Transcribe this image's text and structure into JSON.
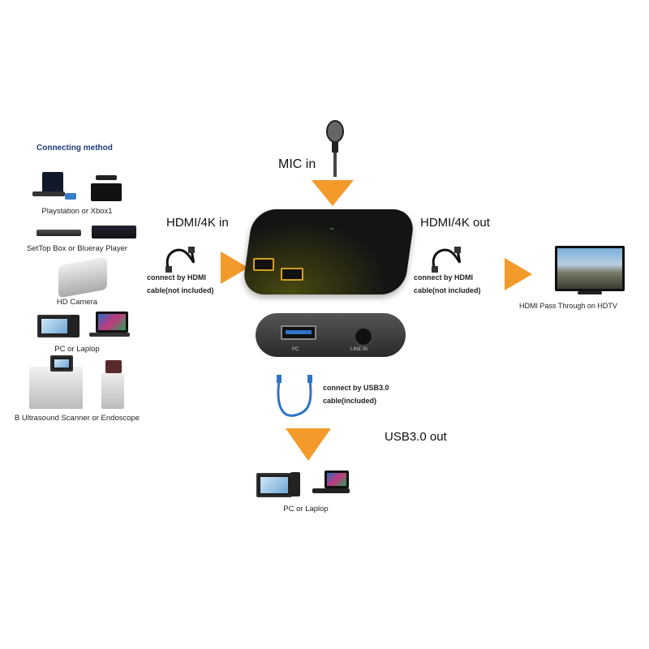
{
  "left_panel": {
    "title": "Connecting method",
    "devices": [
      {
        "label": "Playstation or Xbox1"
      },
      {
        "label": "SetTop Box or Blueray Player"
      },
      {
        "label": "HD Camera"
      },
      {
        "label": "PC or Laplop"
      },
      {
        "label": "B Ultrasound Scanner or Endoscope"
      }
    ]
  },
  "mic": {
    "label": "MIC in"
  },
  "hdmi_in": {
    "label": "HDMI/4K in",
    "note_line1": "connect by HDMI",
    "note_line2": "cable(not included)"
  },
  "hdmi_out": {
    "label": "HDMI/4K out",
    "note_line1": "connect by HDMI",
    "note_line2": "cable(not included)"
  },
  "tv": {
    "label": "HDMI Pass Through on HDTV"
  },
  "capture_device": {
    "port_pc": "PC",
    "port_line_in": "LINE IN"
  },
  "usb": {
    "note_line1": "connect by USB3.0",
    "note_line2": "cable(included)",
    "label": "USB3.0 out"
  },
  "output_device": {
    "label": "PC or Laplop"
  },
  "colors": {
    "arrow": "#f39a2a",
    "title": "#1f3b7a",
    "usb_blue": "#2f74c9"
  }
}
